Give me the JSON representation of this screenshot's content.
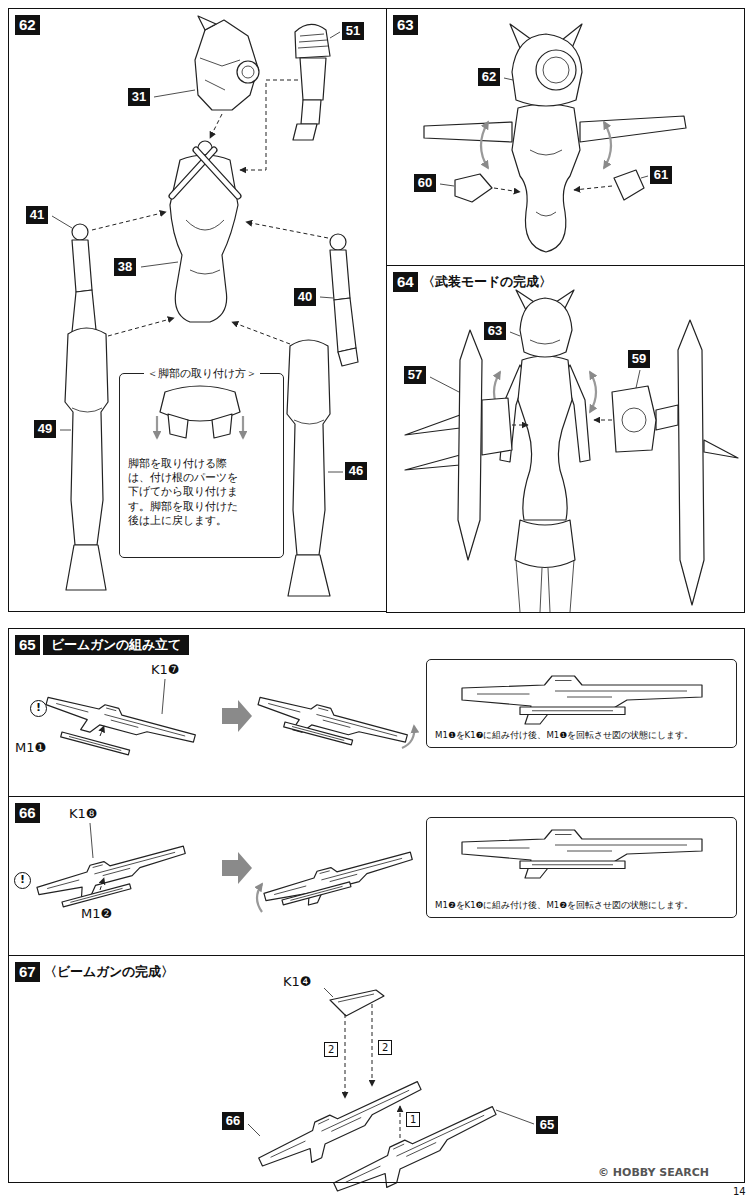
{
  "diagram": {
    "nodes": [
      {
        "text": [
          "62"
        ]
      },
      {
        "text": [
          "＜脚部の取り付け方＞",
          "脚部を取り付ける際は、付け根のパーツを下げてから取り付けます。脚部を取り付けた後は上に戻します。"
        ],
        "in": 0
      },
      {
        "text": [
          "63"
        ]
      },
      {
        "text": [
          "64",
          "〈武装モードの完成〉"
        ]
      },
      {
        "text": [
          "65",
          "ビームガンの組み立て"
        ]
      },
      {
        "text": [
          "M1❶をK1❼に組み付け後、M1❶を回転させ図の状態にします。"
        ],
        "in": 4
      },
      {
        "text": [
          "66"
        ]
      },
      {
        "text": [
          "M1❷をK1❽に組み付け後、M1❷を回転させ図の状態にします。"
        ],
        "in": 6
      },
      {
        "text": [
          "67",
          "〈ビームガンの完成〉"
        ]
      }
    ],
    "labels": [
      "31",
      "51",
      "41",
      "38",
      "40",
      "49",
      "46",
      "62",
      "60",
      "61",
      "63",
      "57",
      "59",
      "K1❼",
      "!",
      "M1❶",
      "K1❽",
      "!",
      "M1❷",
      "K1❹",
      "2",
      "2",
      "1",
      "66",
      "65",
      "© HOBBY SEARCH",
      "14"
    ]
  }
}
